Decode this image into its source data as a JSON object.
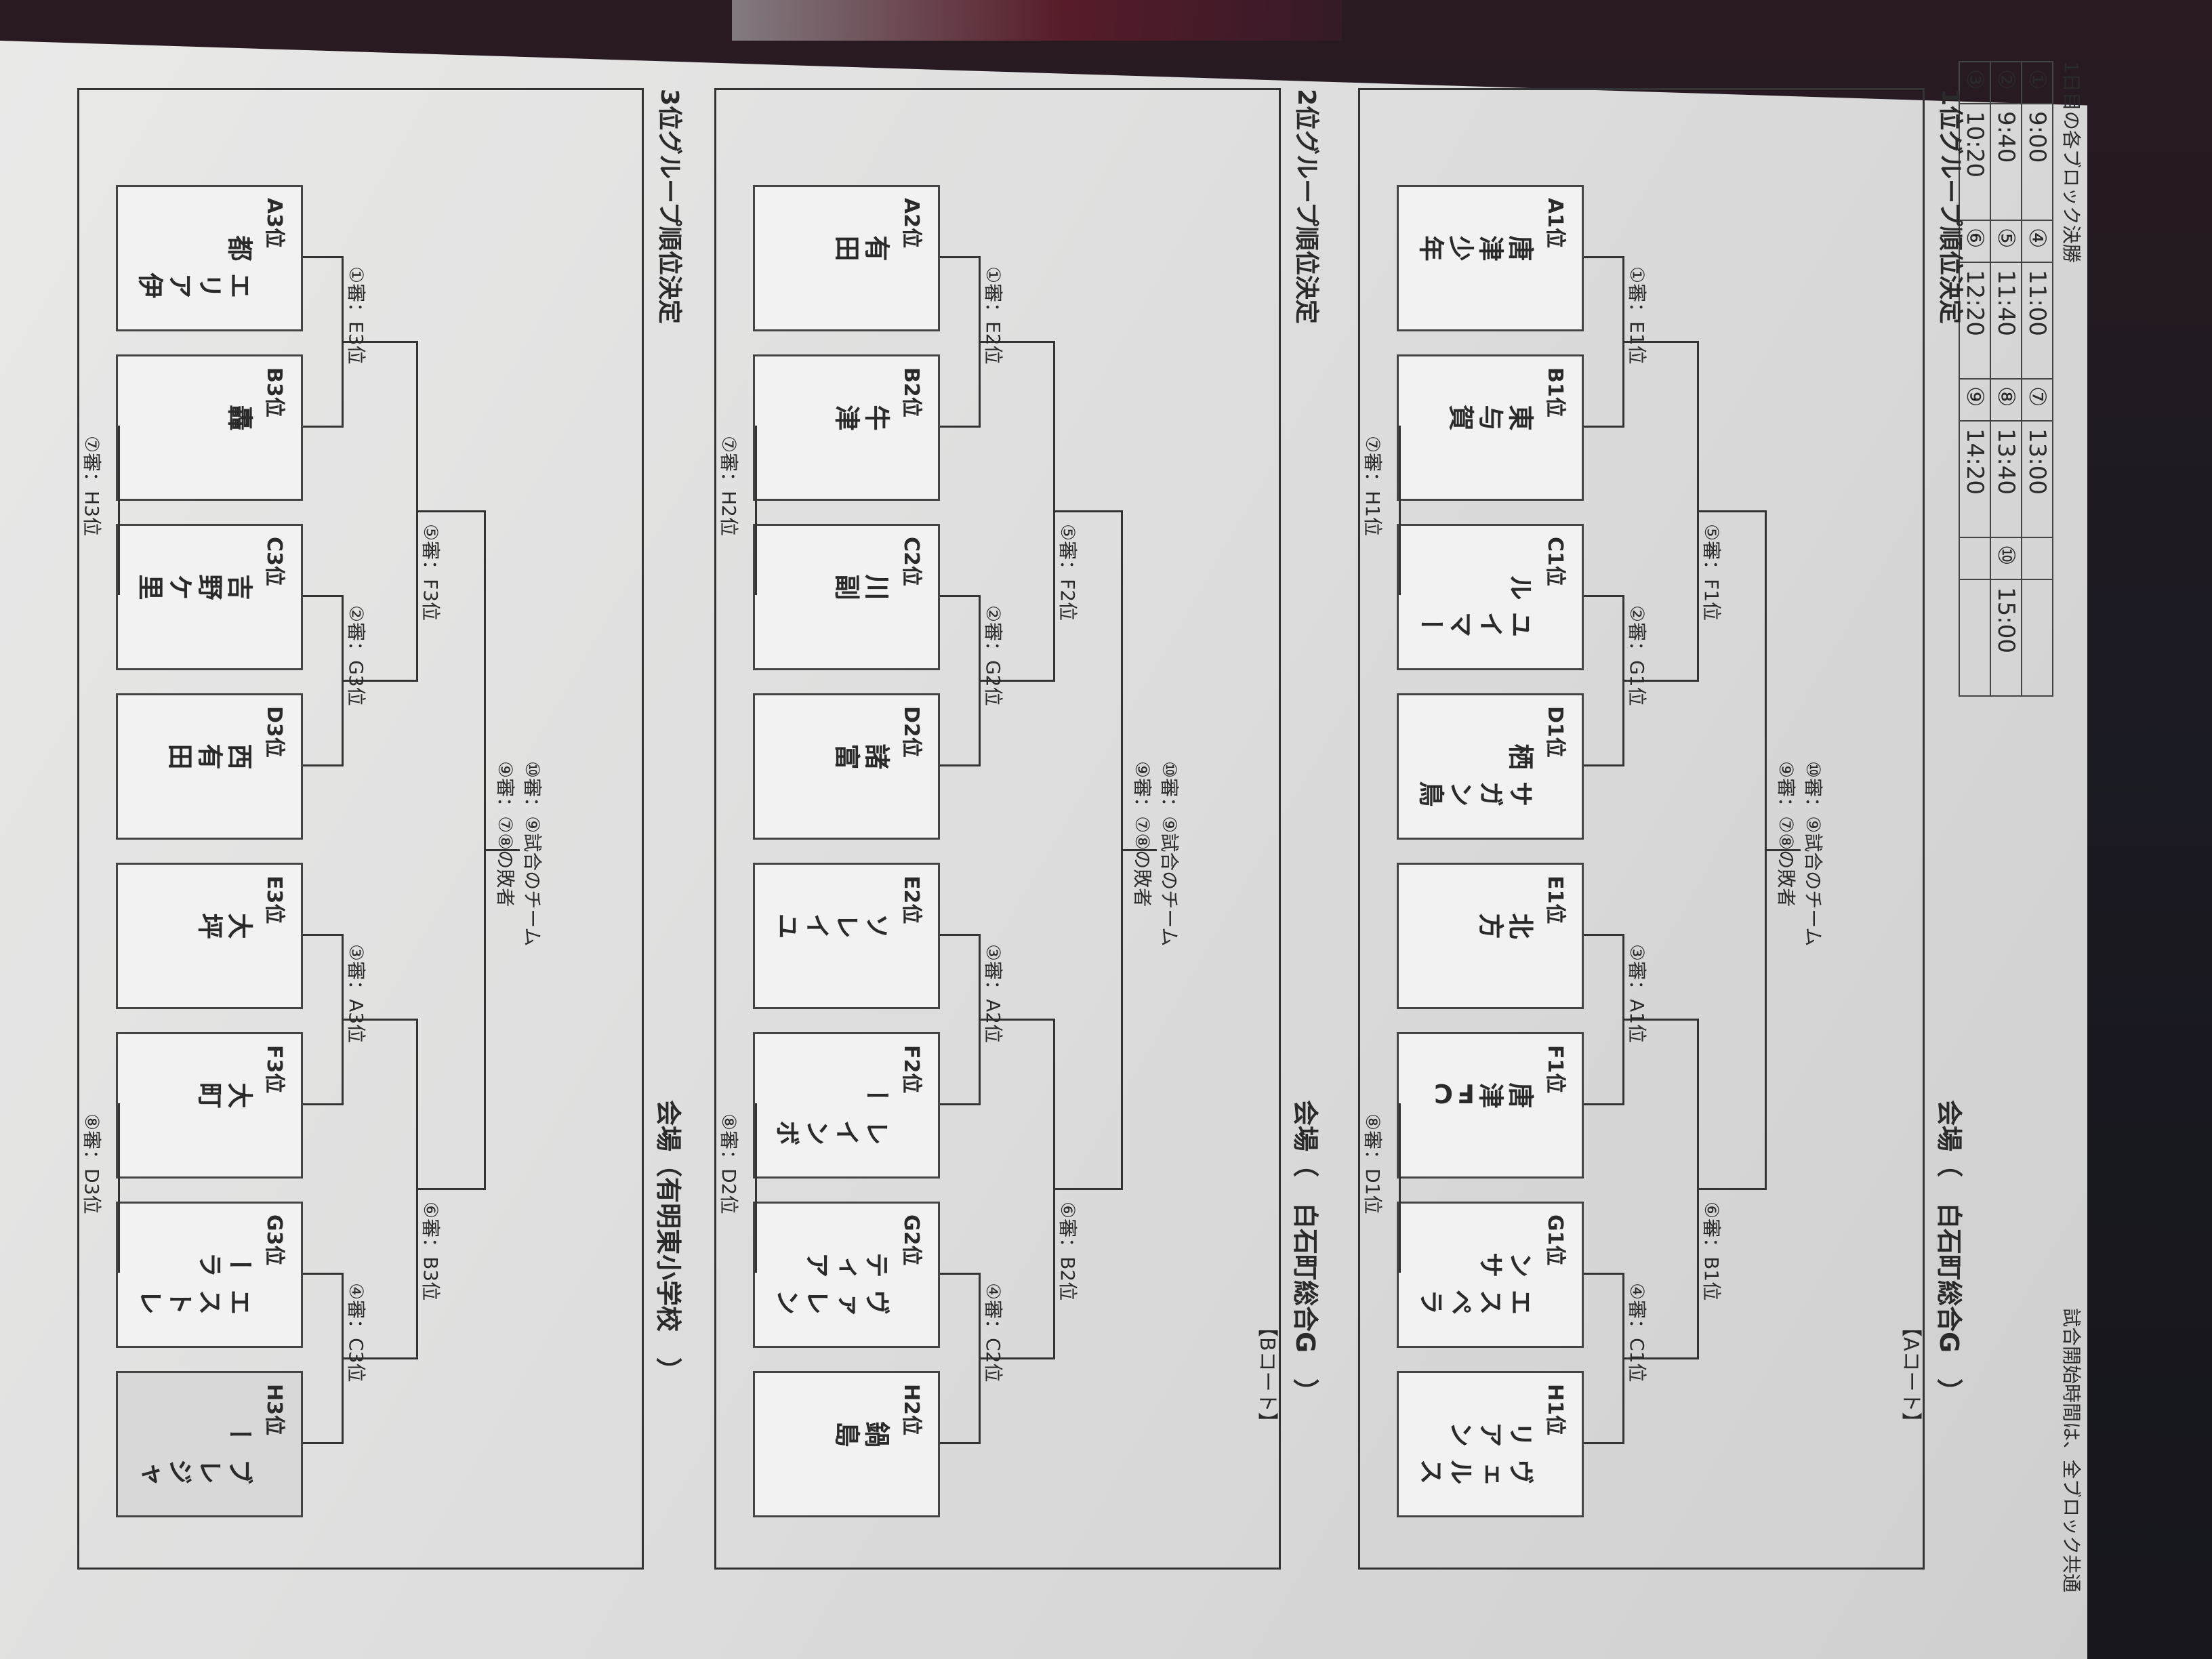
{
  "header": {
    "doc_title": "1日目の各ブロック決勝",
    "schedule_title": "試合開始時間は、全ブロック共通",
    "schedule": [
      {
        "no": "①",
        "time": "9:00",
        "no2": "④",
        "time2": "11:00",
        "no3": "⑦",
        "time3": "13:00",
        "no4": "",
        "time4": ""
      },
      {
        "no": "②",
        "time": "9:40",
        "no2": "⑤",
        "time2": "11:40",
        "no3": "⑧",
        "time3": "13:40",
        "no4": "⑩",
        "time4": "15:00"
      },
      {
        "no": "③",
        "time": "10:20",
        "no2": "⑥",
        "time2": "12:20",
        "no3": "⑨",
        "time3": "14:20",
        "no4": "",
        "time4": ""
      }
    ]
  },
  "groups": [
    {
      "title": "1位グループ順位決定",
      "venue": "会場（　白石町総合G　）",
      "court": "【Aコート】",
      "teams": [
        {
          "rank": "A1位",
          "name": "唐津少年"
        },
        {
          "rank": "B1位",
          "name": "東与賀"
        },
        {
          "rank": "C1位",
          "name": "ユイマール"
        },
        {
          "rank": "D1位",
          "name": "サガン鳥栖"
        },
        {
          "rank": "E1位",
          "name": "北方"
        },
        {
          "rank": "F1位",
          "name": "唐津FC"
        },
        {
          "rank": "G1位",
          "name": "エスペランサ"
        },
        {
          "rank": "H1位",
          "name": "ヴェルスリアン"
        }
      ],
      "refs": [
        "①審：E1位",
        "②審：G1位",
        "③審：A1位",
        "④審：C1位",
        "⑤審：F1位",
        "⑥審：B1位",
        "⑦審：H1位",
        "⑧審：D1位",
        "⑩審：⑨試合のチーム",
        "⑨審：⑦⑧の敗者"
      ]
    },
    {
      "title": "2位グループ順位決定",
      "venue": "会場（　白石町総合G　）",
      "court": "【Bコート】",
      "teams": [
        {
          "rank": "A2位",
          "name": "有田"
        },
        {
          "rank": "B2位",
          "name": "牛津"
        },
        {
          "rank": "C2位",
          "name": "川副"
        },
        {
          "rank": "D2位",
          "name": "諸富"
        },
        {
          "rank": "E2位",
          "name": "ソレイユ"
        },
        {
          "rank": "F2位",
          "name": "レインボー"
        },
        {
          "rank": "G2位",
          "name": "ヴァレンティア"
        },
        {
          "rank": "H2位",
          "name": "鍋島"
        }
      ],
      "refs": [
        "①審：E2位",
        "②審：G2位",
        "③審：A2位",
        "④審：C2位",
        "⑤審：F2位",
        "⑥審：B2位",
        "⑦審：H2位",
        "⑧審：D2位",
        "⑩審：⑨試合のチーム",
        "⑨審：⑦⑧の敗者"
      ]
    },
    {
      "title": "3位グループ順位決定",
      "venue": "会場（有明東小学校　）",
      "court": "",
      "teams": [
        {
          "rank": "A3位",
          "name": "エリア伊都"
        },
        {
          "rank": "B3位",
          "name": "轟"
        },
        {
          "rank": "C3位",
          "name": "吉野ケ里"
        },
        {
          "rank": "D3位",
          "name": "西有田"
        },
        {
          "rank": "E3位",
          "name": "大坪"
        },
        {
          "rank": "F3位",
          "name": "大町"
        },
        {
          "rank": "G3位",
          "name": "エストレーラ"
        },
        {
          "rank": "H3位",
          "name": "ブレジャー"
        }
      ],
      "refs": [
        "①審：E3位",
        "②審：G3位",
        "③審：A3位",
        "④審：C3位",
        "⑤審：F3位",
        "⑥審：B3位",
        "⑦審：H3位",
        "⑧審：D3位",
        "⑩審：⑨試合のチーム",
        "⑨審：⑦⑧の敗者"
      ]
    }
  ]
}
